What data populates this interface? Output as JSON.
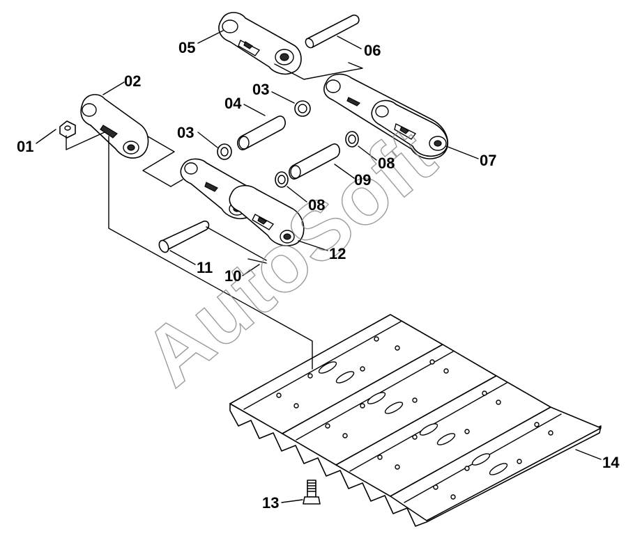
{
  "watermark": "AutoSoft",
  "callouts": {
    "p01": "01",
    "p02": "02",
    "p03a": "03",
    "p03b": "03",
    "p04": "04",
    "p05": "05",
    "p06": "06",
    "p07": "07",
    "p08a": "08",
    "p08b": "08",
    "p09": "09",
    "p10": "10",
    "p11": "11",
    "p12": "12",
    "p13": "13",
    "p14": "14"
  }
}
